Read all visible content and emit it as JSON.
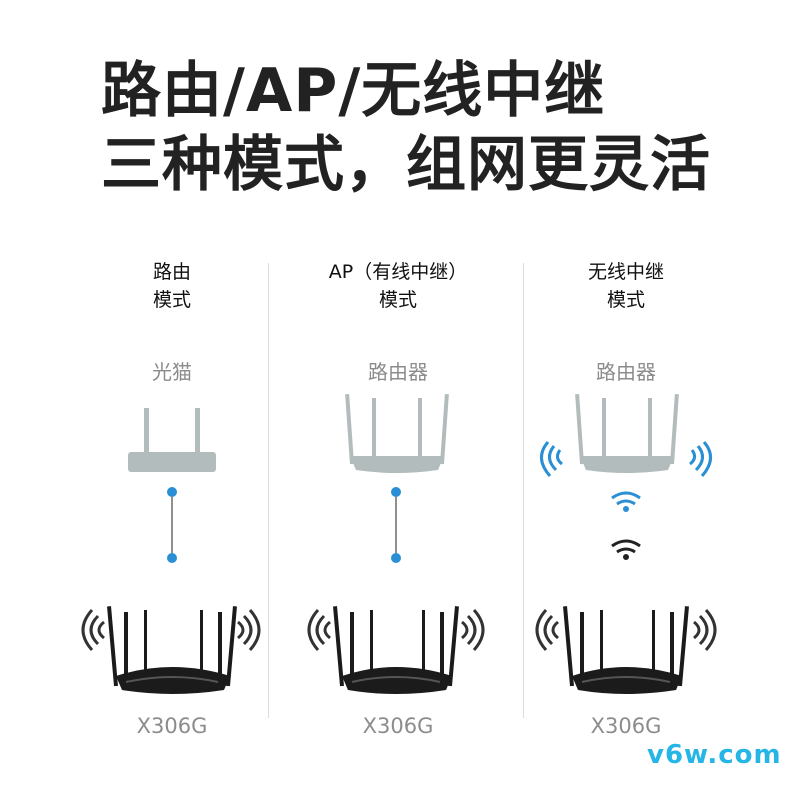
{
  "headline": {
    "line1": "路由/AP/无线中继",
    "line2": "三种模式，组网更灵活"
  },
  "modes": [
    {
      "title_line1": "路由",
      "title_line2": "模式",
      "upstream_device": "光猫",
      "model": "X306G",
      "connection": "wired"
    },
    {
      "title_line1": "AP（有线中继）",
      "title_line2": "模式",
      "upstream_device": "路由器",
      "model": "X306G",
      "connection": "wired"
    },
    {
      "title_line1": "无线中继",
      "title_line2": "模式",
      "upstream_device": "路由器",
      "model": "X306G",
      "connection": "wireless"
    }
  ],
  "watermark": "v6w.com",
  "colors": {
    "accent": "#2a8fd4",
    "device_gray": "#b3bcbc",
    "router_black": "#1b1b1b",
    "watermark": "#26b6e6"
  },
  "icons": [
    "wifi-signal-icon",
    "modem-icon",
    "router-icon",
    "wired-connection-icon"
  ]
}
